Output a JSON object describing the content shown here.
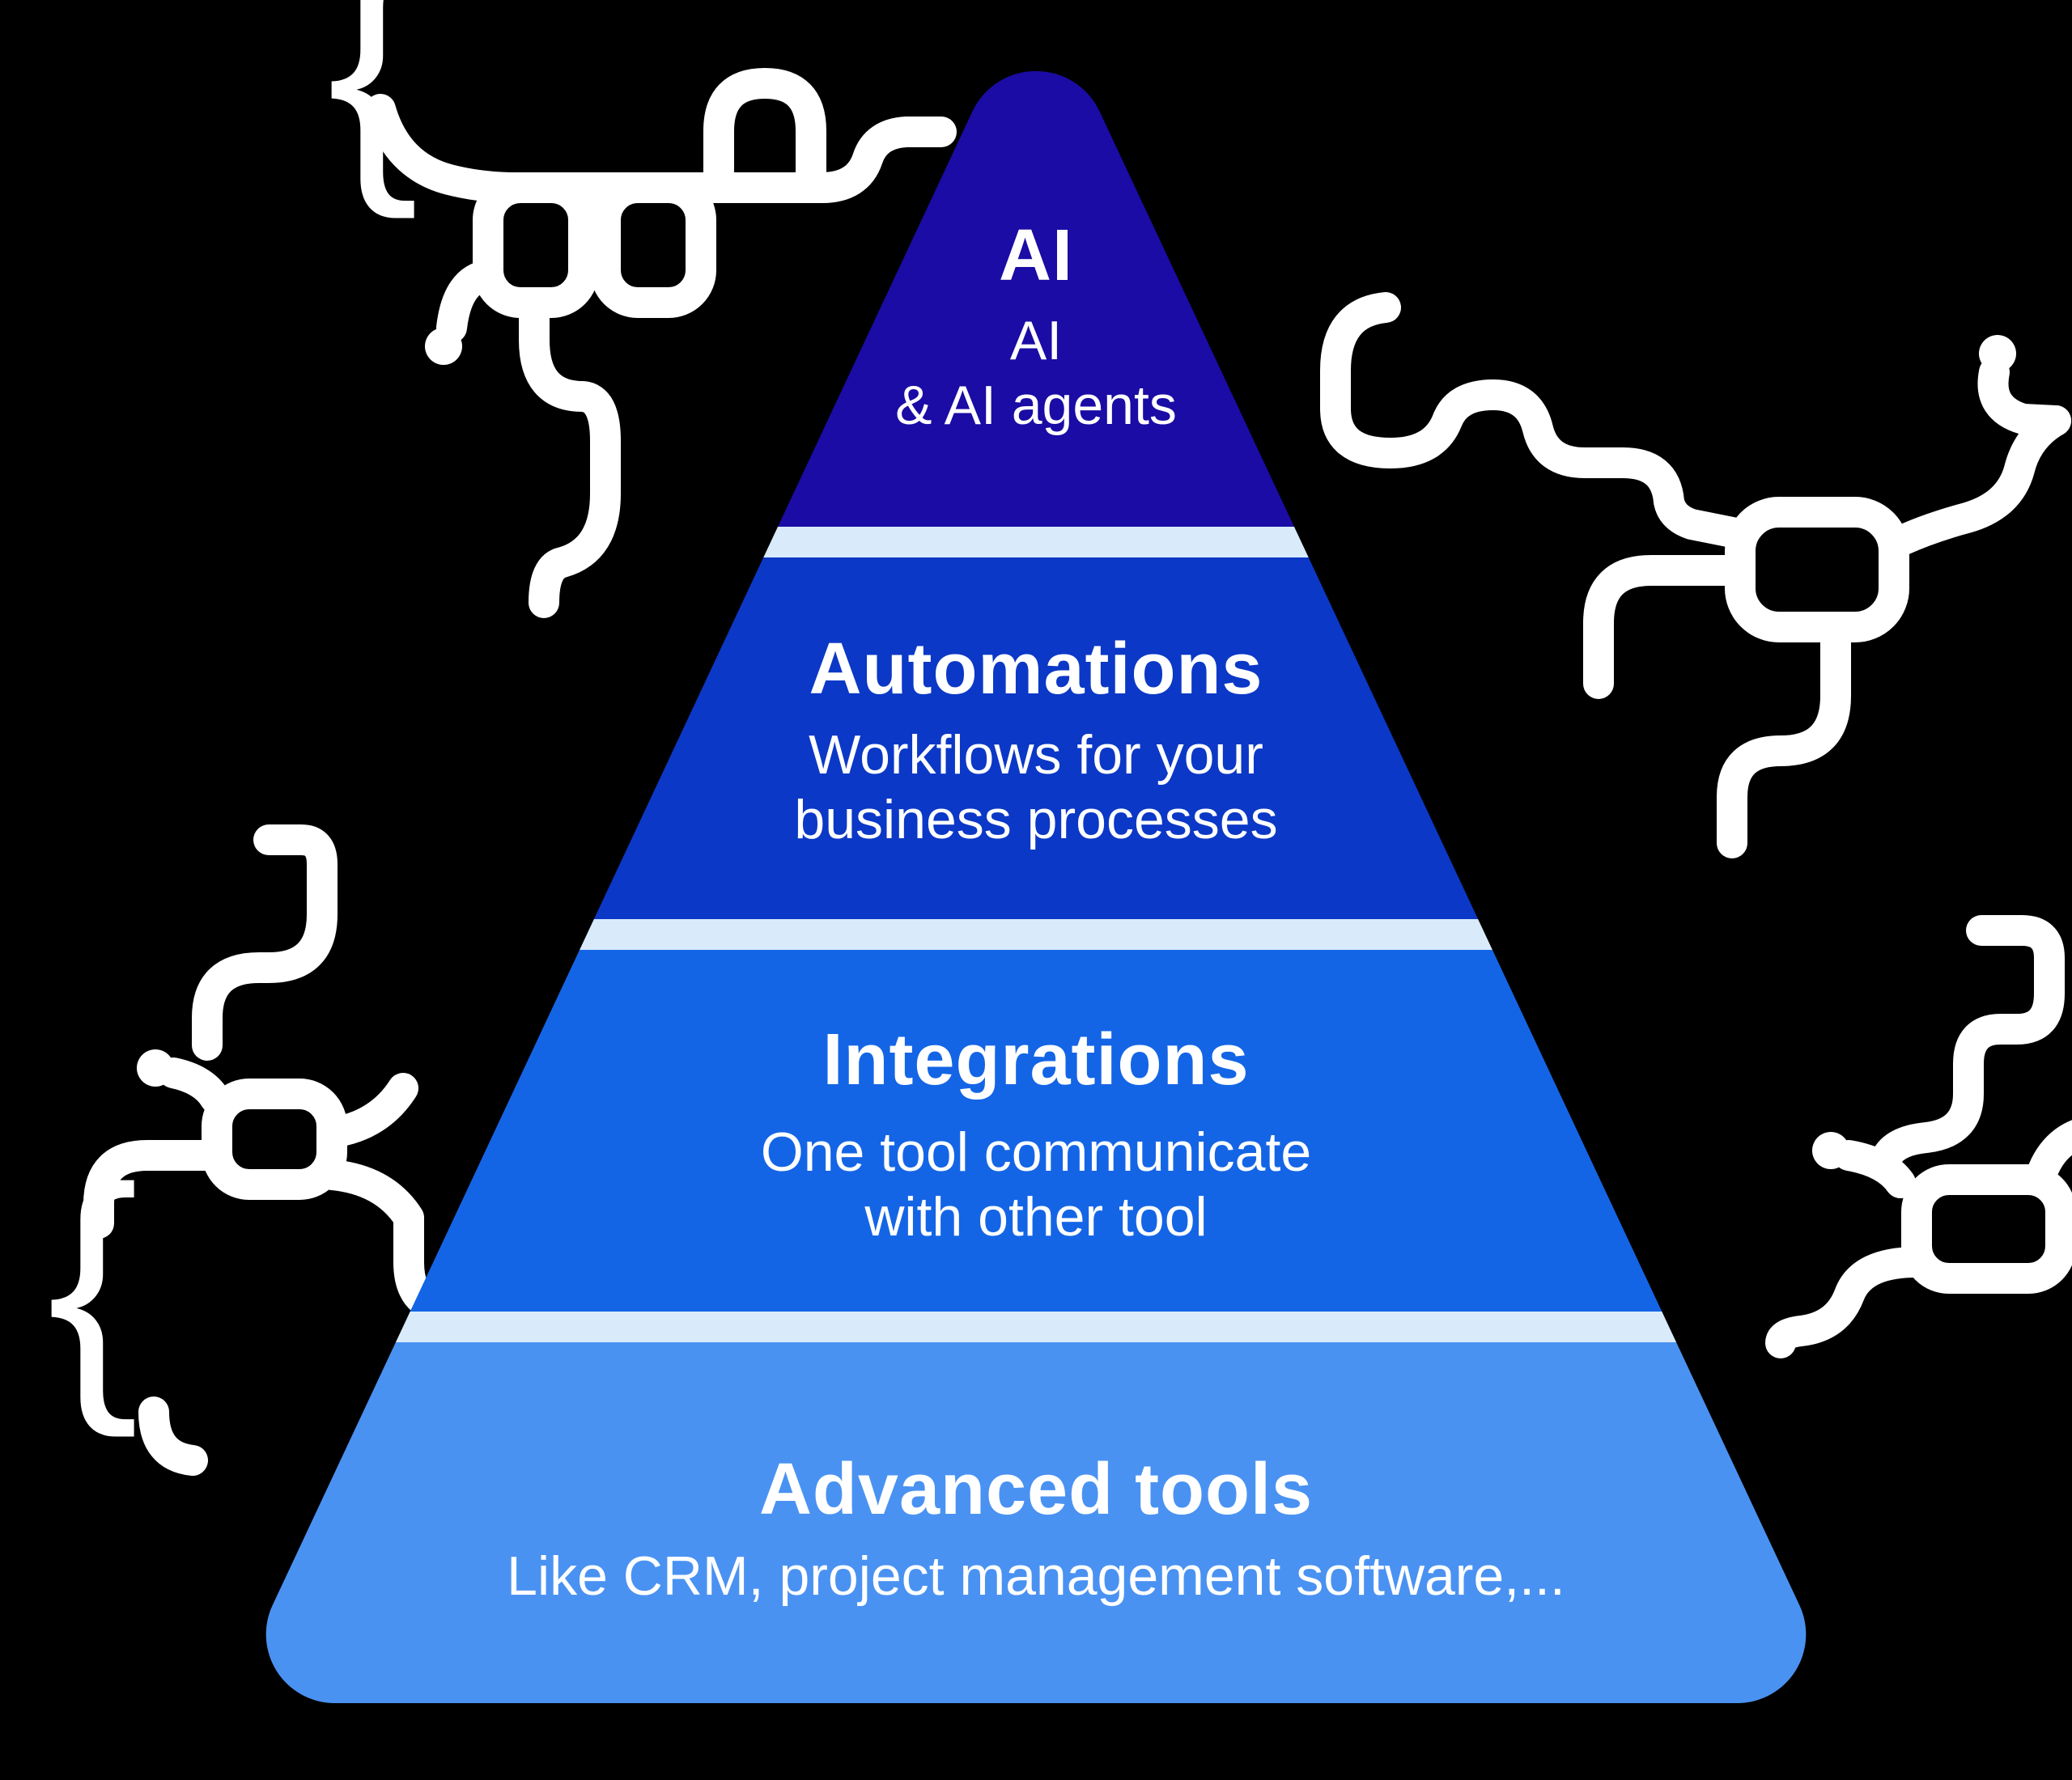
{
  "background_color": "#000000",
  "decorations": {
    "color": "#ffffff",
    "brace_glyph": "{"
  },
  "pyramid": {
    "divider_color": "#d9eafb",
    "levels": [
      {
        "title": "AI",
        "subtitle": "AI\n& AI agents",
        "color": "#1a0ca4"
      },
      {
        "title": "Automations",
        "subtitle": "Workflows for your\nbusiness processes",
        "color": "#0b38c6"
      },
      {
        "title": "Integrations",
        "subtitle": "One tool communicate\nwith other tool",
        "color": "#1465e6"
      },
      {
        "title": "Advanced tools",
        "subtitle": "Like CRM, project management software,...",
        "color": "#4a92f2"
      }
    ]
  }
}
